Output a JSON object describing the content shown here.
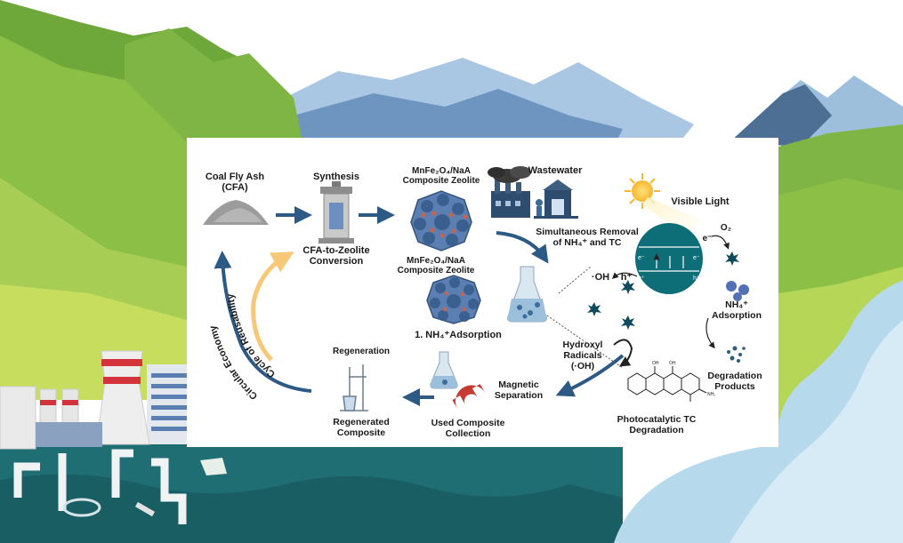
{
  "labels": {
    "coal_fly_ash": "Coal Fly Ash",
    "cfa": "(CFA)",
    "synthesis": "Synthesis",
    "cfa_to_zeolite_1": "CFA-to-Zeolite",
    "cfa_to_zeolite_2": "Conversion",
    "composite_top_1": "MnFe₂O₄/NaA",
    "composite_top_2": "Composite Zeolite",
    "wastewater": "Wastewater",
    "visible_light": "Visible Light",
    "removal_1": "Simultaneous Removal",
    "removal_2": "of NH₄⁺ and TC",
    "composite_mid_1": "MnFe₂O₄/NaA",
    "composite_mid_2": "Composite Zeolite",
    "nh4_adsorption_step": "1.  NH₄⁺Adsorption",
    "oh_radical": "·OH",
    "h_plus": "h⁺",
    "e_minus": "e⁻",
    "o2": "O₂",
    "nh4_label": "NH₄⁺",
    "adsorption": "Adsorption",
    "hydroxyl_1": "Hydroxyl",
    "hydroxyl_2": "Radicals",
    "hydroxyl_3": "(·OH)",
    "degradation_1": "Degradation",
    "degradation_2": "Products",
    "photocatalytic_1": "Photocatalytic TC",
    "photocatalytic_2": "Degradation",
    "magnetic_1": "Magnetic",
    "magnetic_2": "Separation",
    "used_1": "Used Composite",
    "used_2": "Collection",
    "regeneration": "Regeneration",
    "regenerated_1": "Regenerated",
    "regenerated_2": "Composite",
    "cycle_reusability": "Cycle of Reusability",
    "circular_economy": "Circular Economy"
  },
  "colors": {
    "sky": "#ffffff",
    "hill_green": "#8bbf45",
    "hill_dark": "#5f9a2e",
    "mountain_blue": "#7ea7cf",
    "mountain_dark": "#4d6f93",
    "water_teal": "#1f6e73",
    "river_blue": "#b7d9ec",
    "arrow_blue": "#2c5a84",
    "arrow_yellow": "#f6c877",
    "catalyst_teal": "#0e6e78"
  }
}
